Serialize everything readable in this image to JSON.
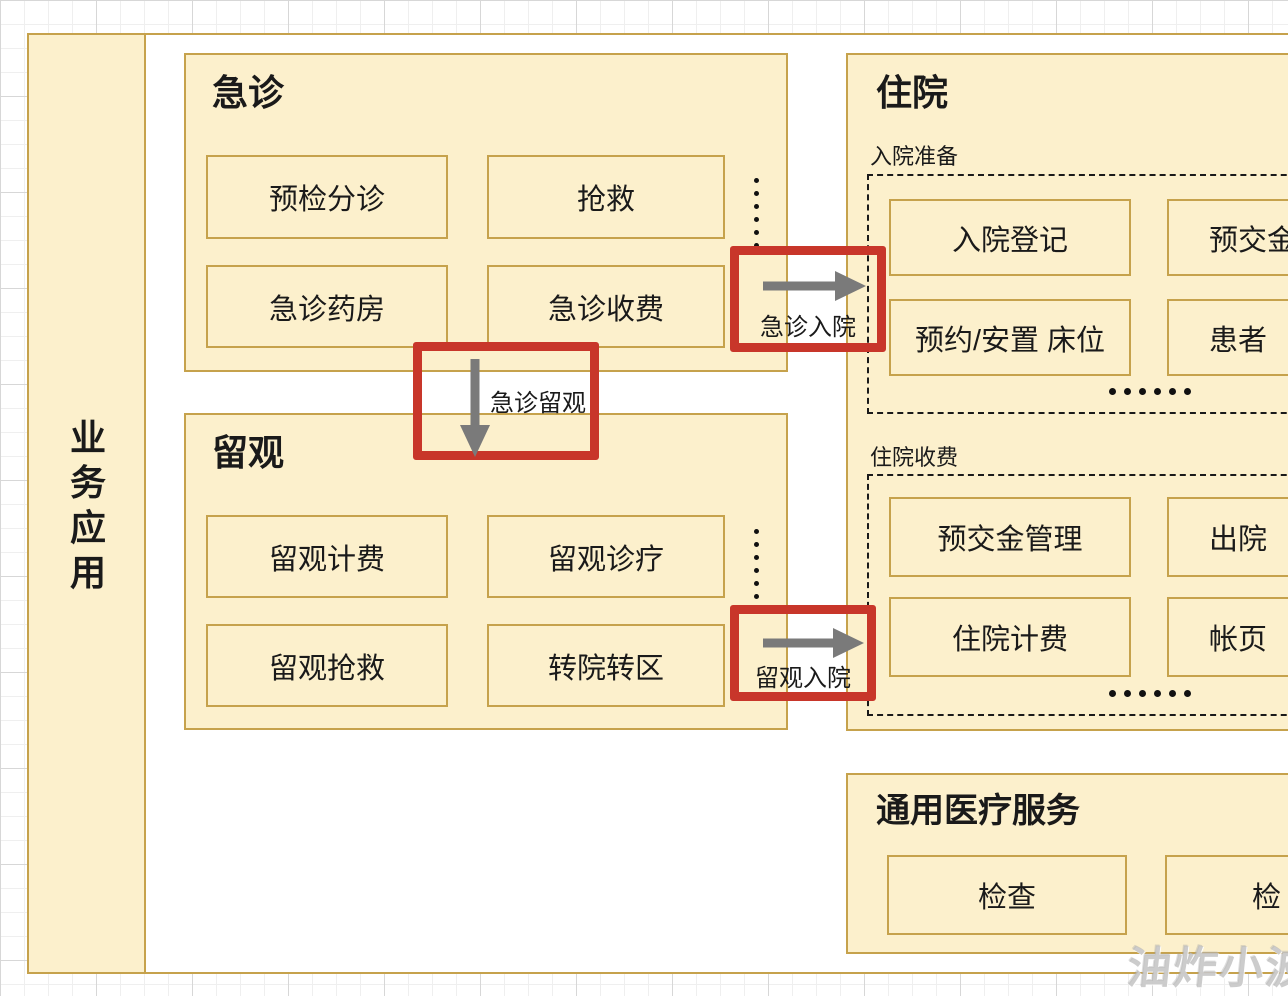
{
  "pool": {
    "title": "业务应用"
  },
  "groups": {
    "emergency": {
      "title": "急诊",
      "items": {
        "triage": "预检分诊",
        "rescue": "抢救",
        "pharmacy": "急诊药房",
        "billing": "急诊收费"
      },
      "ellipsis": "⋮"
    },
    "observation": {
      "title": "留观",
      "items": {
        "billing": "留观计费",
        "treatment": "留观诊疗",
        "rescue": "留观抢救",
        "transfer": "转院转区"
      },
      "ellipsis": "⋮"
    },
    "inpatient": {
      "title": "住院",
      "admission_prep": {
        "label": "入院准备",
        "items": {
          "registration": "入院登记",
          "prepayment": "预交金",
          "bed": "预约/安置 床位",
          "patient": "患者"
        },
        "ellipsis": "……"
      },
      "inpatient_billing": {
        "label": "住院收费",
        "items": {
          "prepayment_mgmt": "预交金管理",
          "discharge": "出院",
          "billing": "住院计费",
          "ledger": "帐页"
        },
        "ellipsis": "……"
      }
    },
    "services": {
      "title": "通用医疗服务",
      "items": {
        "examination": "检查",
        "test": "检"
      }
    }
  },
  "annotations": {
    "emergency_observation": {
      "label": "急诊留观",
      "arrow": "down"
    },
    "emergency_admission": {
      "label": "急诊入院",
      "arrow": "right"
    },
    "observation_admission": {
      "label": "留观入院",
      "arrow": "right"
    }
  },
  "watermark": "油炸小波",
  "colors": {
    "node_fill": "#FCF0CC",
    "node_border": "#C6A24C",
    "annotation_red": "#C8362A",
    "arrow_gray": "#7A7A7A",
    "text": "#1A1A1A"
  }
}
